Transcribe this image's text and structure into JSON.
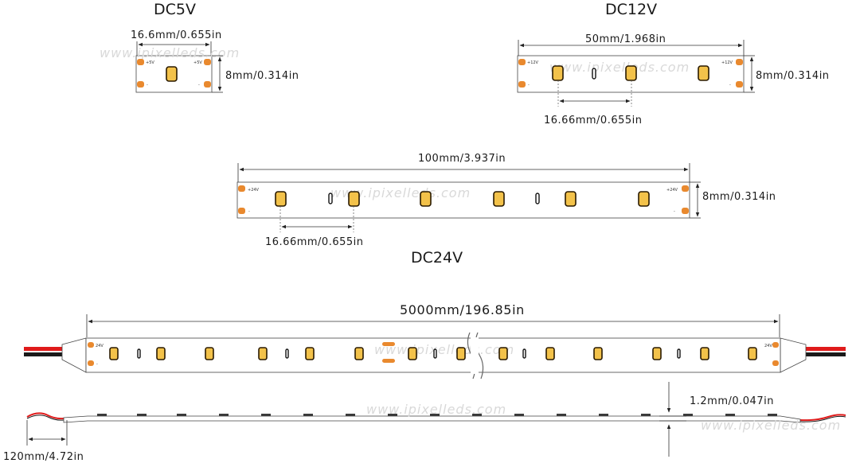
{
  "strips": {
    "dc5v": {
      "title": "DC5V",
      "width_label": "16.6mm/0.655in",
      "height_label": "8mm/0.314in",
      "pad_plus": "+5V",
      "pad_minus": "-",
      "watermark": "www.ipixelleds.com"
    },
    "dc12v": {
      "title": "DC12V",
      "width_label": "50mm/1.968in",
      "height_label": "8mm/0.314in",
      "pitch_label": "16.66mm/0.655in",
      "pad_plus": "+12V",
      "pad_minus": "-",
      "watermark": "www.ipixelleds.com"
    },
    "dc24v": {
      "title": "DC24V",
      "width_label": "100mm/3.937in",
      "height_label": "8mm/0.314in",
      "pitch_label": "16.66mm/0.655in",
      "pad_plus": "+24V",
      "pad_minus": "-",
      "watermark": "www.ipixelleds.com"
    }
  },
  "reel": {
    "length_label": "5000mm/196.85in",
    "thickness_label": "1.2mm/0.047in",
    "lead_label": "120mm/4.72in",
    "pad_plus": "24V",
    "pad_minus": "-",
    "watermark": "www.ipixelleds.com"
  },
  "colors": {
    "led": "#f3c24a",
    "pad": "#e9892e",
    "wire_red": "#e01b1b",
    "wire_black": "#1a1a1a"
  }
}
